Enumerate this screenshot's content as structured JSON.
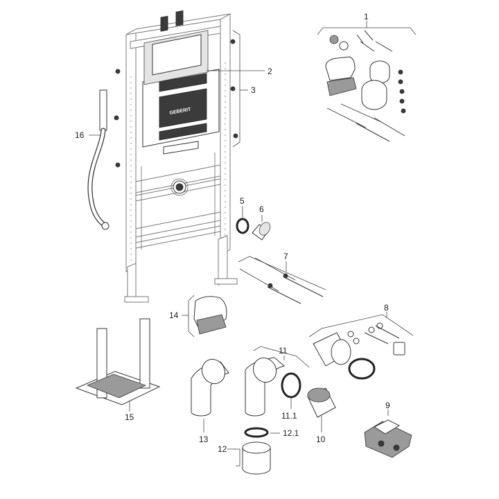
{
  "diagram": {
    "labels": {
      "p1": "1",
      "p2": "2",
      "p3": "3",
      "p5": "5",
      "p6": "6",
      "p7": "7",
      "p8": "8",
      "p9": "9",
      "p10": "10",
      "p11": "11",
      "p11_1": "11.1",
      "p12": "12",
      "p12_1": "12.1",
      "p13": "13",
      "p14": "14",
      "p15": "15",
      "p16": "16"
    },
    "brand_text": "GEBERIT"
  }
}
